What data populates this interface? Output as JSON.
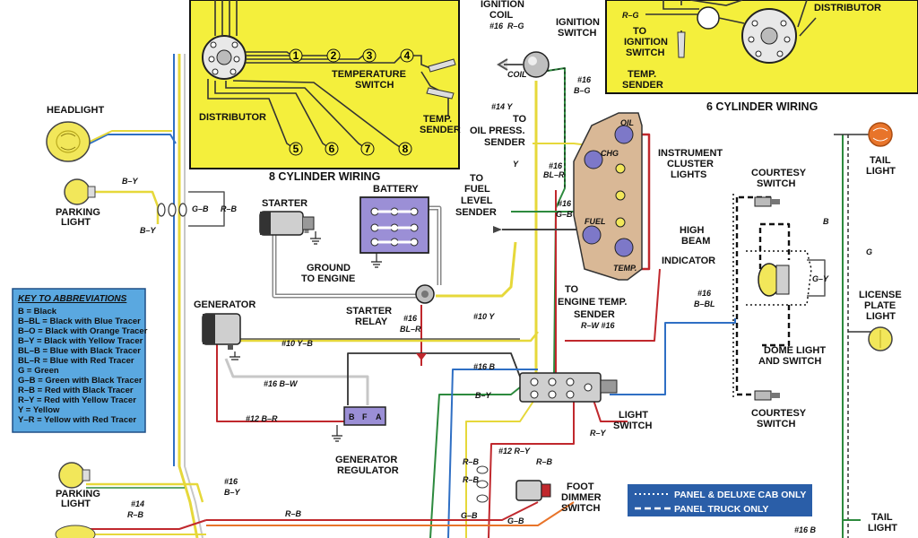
{
  "diagram": {
    "inset_8cyl": {
      "title": "8 CYLINDER WIRING",
      "distributor": "DISTRIBUTOR",
      "temp_switch": [
        "TEMPERATURE",
        "SWITCH"
      ],
      "temp_sender": [
        "TEMP.",
        "SENDER"
      ],
      "cylinders": [
        "1",
        "2",
        "3",
        "4",
        "5",
        "6",
        "7",
        "8"
      ]
    },
    "inset_6cyl": {
      "title": "6 CYLINDER WIRING",
      "distributor": "DISTRIBUTOR",
      "wire_rg": "R–G",
      "to_ignition": [
        "TO",
        "IGNITION",
        "SWITCH"
      ],
      "temp_sender": [
        "TEMP.",
        "SENDER"
      ]
    },
    "components": {
      "headlight": "HEADLIGHT",
      "parking_light_top": [
        "PARKING",
        "LIGHT"
      ],
      "parking_light_bottom": [
        "PARKING",
        "LIGHT"
      ],
      "starter": "STARTER",
      "battery": "BATTERY",
      "ground_to_engine": [
        "GROUND",
        "TO ENGINE"
      ],
      "starter_relay": [
        "STARTER",
        "RELAY"
      ],
      "generator": "GENERATOR",
      "generator_regulator": [
        "GENERATOR",
        "REGULATOR"
      ],
      "regulator_terminals": [
        "B",
        "F",
        "A"
      ],
      "ignition_coil": [
        "IGNITION",
        "COIL"
      ],
      "ignition_switch": [
        "IGNITION",
        "SWITCH"
      ],
      "coil_tag": "COIL",
      "oil_press_sender": [
        "TO",
        "OIL PRESS.",
        "SENDER"
      ],
      "to_fuel_level_sender": [
        "TO",
        "FUEL",
        "LEVEL",
        "SENDER"
      ],
      "instrument_cluster_lights": [
        "INSTRUMENT",
        "CLUSTER",
        "LIGHTS"
      ],
      "high_beam_indicator": [
        "HIGH",
        "BEAM",
        "INDICATOR"
      ],
      "to_engine_temp_sender": [
        "TO",
        "ENGINE TEMP.",
        "SENDER"
      ],
      "cluster_oil": "OIL",
      "cluster_chg": "CHG",
      "cluster_fuel": "FUEL",
      "cluster_temp": "TEMP.",
      "light_switch": [
        "LIGHT",
        "SWITCH"
      ],
      "foot_dimmer_switch": [
        "FOOT",
        "DIMMER",
        "SWITCH"
      ],
      "courtesy_switch_top": [
        "COURTESY",
        "SWITCH"
      ],
      "courtesy_switch_bottom": [
        "COURTESY",
        "SWITCH"
      ],
      "dome_light": [
        "DOME LIGHT",
        "AND SWITCH"
      ],
      "tail_light_top": [
        "TAIL",
        "LIGHT"
      ],
      "license_plate_light": [
        "LICENSE",
        "PLATE",
        "LIGHT"
      ],
      "tail_light_bottom": [
        "TAIL",
        "LIGHT"
      ]
    },
    "wire_labels": {
      "by_1": "B–Y",
      "by_2": "B–Y",
      "gb_1": "G–B",
      "rb_1": "R–B",
      "w16_rg": [
        "#16",
        "R–G"
      ],
      "w16_bg": [
        "#16",
        "B–G"
      ],
      "w14_y": "#14  Y",
      "y_oil": "Y",
      "w16_blr": [
        "#16",
        "BL–R"
      ],
      "w16_gb": [
        "#16",
        "G–B"
      ],
      "w16_rw": "R–W #16",
      "w16_blr_relay": [
        "#16",
        "BL–R"
      ],
      "w10_y": "#10  Y",
      "w10_yb": "#10  Y–B",
      "w16_bw": "#16  B–W",
      "w12_br": "#12  B–R",
      "w16_b": "#16  B",
      "by_ls": "B–Y",
      "ry_ls": "R–Y",
      "w12_ry": "#12  R–Y",
      "rb_fd1": "R–B",
      "rb_fd2": "R–B",
      "r_b_fd": "R–B",
      "gb_fd1": "G–B",
      "gb_fd2": "G–B",
      "w16_by": [
        "#16",
        "B–Y"
      ],
      "w14_rb": [
        "#14",
        "R–B"
      ],
      "rb_bottom": "R–B",
      "w16_bbl": [
        "#16",
        "B–BL"
      ],
      "gy_dome": "G–Y",
      "b_right": "B",
      "g_right": "G",
      "w16b_right": "#16 B"
    },
    "key": {
      "heading": "KEY TO ABBREVIATIONS",
      "entries": [
        "B = Black",
        "B–BL = Black with Blue Tracer",
        "B–O = Black with Orange Tracer",
        "B–Y = Black with Yellow Tracer",
        "BL–B = Blue with Black Tracer",
        "BL–R = Blue with Red Tracer",
        "G = Green",
        "G–B = Green with Black Tracer",
        "R–B = Red with Black Tracer",
        "R–Y = Red with Yellow Tracer",
        "Y = Yellow",
        "Y–R = Yellow with Red Tracer"
      ]
    },
    "legend": {
      "dotted": "PANEL & DELUXE CAB ONLY",
      "dashed": "PANEL TRUCK ONLY"
    },
    "colors": {
      "yellow_panel": "#f4ef3c",
      "key_blue": "#5aa8e0",
      "legend_blue": "#2a5ea8",
      "cluster_tan": "#d9b896",
      "battery_purple": "#9b8fd6",
      "wire_yellow": "#e6d83a",
      "wire_red": "#c0282d",
      "wire_green": "#2d8a3e",
      "wire_blue": "#2f6fc4",
      "tail_orange": "#e8742a"
    }
  }
}
